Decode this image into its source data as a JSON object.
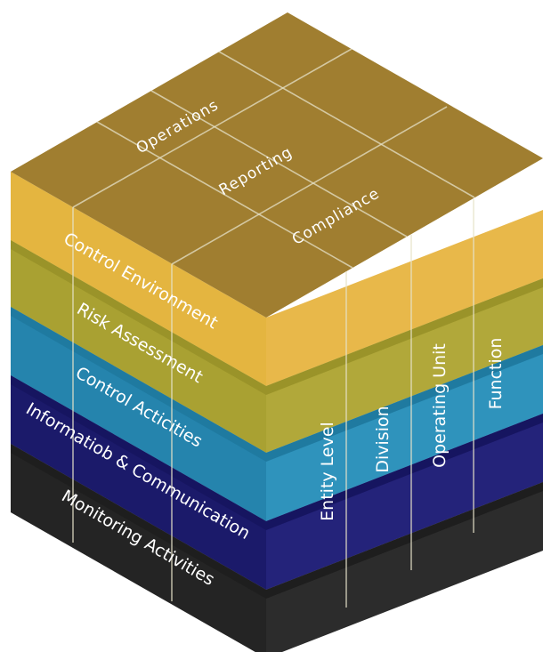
{
  "layers": [
    {
      "label": "Control Environment",
      "color_left": "#e4b540",
      "color_right": "#e8b84a",
      "color_top": "#d4a838"
    },
    {
      "label": "Risk Assessment",
      "color_left": "#a9a132",
      "color_right": "#b1a83a",
      "color_top": "#9a9329"
    },
    {
      "label": "Control Acticities",
      "color_left": "#2584ad",
      "color_right": "#2f93bc",
      "color_top": "#1f7aa0"
    },
    {
      "label": "Informatiob & Communication",
      "color_left": "#1b1a6a",
      "color_right": "#24237a",
      "color_top": "#161560"
    },
    {
      "label": "Monitoring Activities",
      "color_left": "#242424",
      "color_right": "#2c2c2c",
      "color_top": "#1e1e1e"
    }
  ],
  "objectives": [
    "Operations",
    "Reporting",
    "Compliance"
  ],
  "structure": [
    "Entity Level",
    "Division",
    "Operating Unit",
    "Function"
  ],
  "top_color": "#a07e30"
}
